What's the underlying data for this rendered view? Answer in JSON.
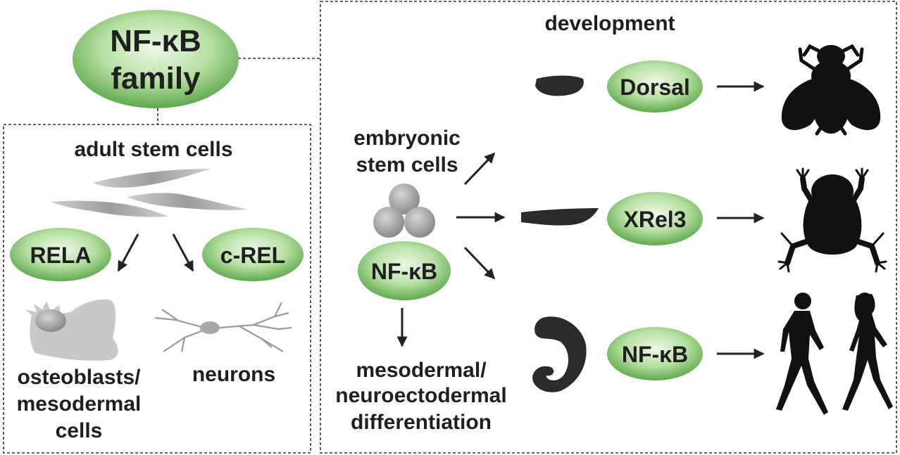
{
  "title": {
    "line1": "NF-κB",
    "line2": "family"
  },
  "adult": {
    "heading": "adult stem cells",
    "rela": "RELA",
    "crel": "c-REL",
    "osteo_line1": "osteoblasts/",
    "osteo_line2": "mesodermal",
    "osteo_line3": "cells",
    "neurons": "neurons"
  },
  "development": {
    "heading": "development",
    "esc_line1": "embryonic",
    "esc_line2": "stem cells",
    "nfkb": "NF-κB",
    "diff_line1": "mesodermal/",
    "diff_line2": "neuroectodermal",
    "diff_line3": "differentiation",
    "dorsal": "Dorsal",
    "xrel3": "XRel3",
    "nfkb_human": "NF-κB"
  },
  "colors": {
    "oval_center": "#e6f5dc",
    "oval_edge": "#5aa84a",
    "border": "#333333"
  }
}
